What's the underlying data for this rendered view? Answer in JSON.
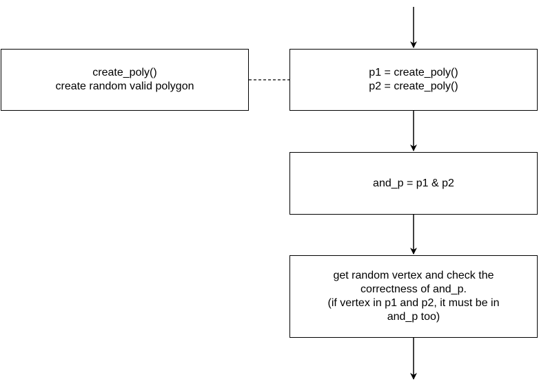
{
  "colors": {
    "stroke": "#000000",
    "background": "#ffffff"
  },
  "nodes": {
    "create_poly_box": {
      "lines": [
        "create_poly()",
        "create random valid polygon"
      ]
    },
    "assign_polys_box": {
      "lines": [
        "p1 = create_poly()",
        "p2 = create_poly()"
      ]
    },
    "intersection_box": {
      "lines": [
        "and_p = p1 & p2"
      ]
    },
    "check_box": {
      "lines": [
        "get random vertex and check the",
        "correctness of and_p.",
        "(if vertex in p1 and p2, it must be in",
        "and_p too)"
      ]
    }
  }
}
